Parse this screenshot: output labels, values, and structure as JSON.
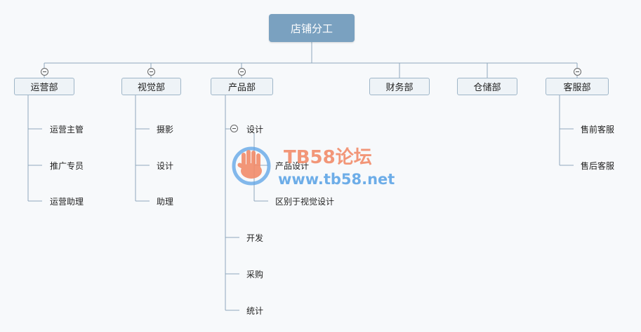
{
  "root": {
    "label": "店铺分工"
  },
  "departments": [
    {
      "label": "运营部",
      "children": [
        "运营主管",
        "推广专员",
        "运营助理"
      ]
    },
    {
      "label": "视觉部",
      "children": [
        "摄影",
        "设计",
        "助理"
      ]
    },
    {
      "label": "产品部",
      "children": [
        {
          "label": "设计",
          "children": [
            "产品设计",
            "区别于视觉设计"
          ]
        },
        "开发",
        "采购",
        "统计"
      ]
    },
    {
      "label": "财务部",
      "children": []
    },
    {
      "label": "仓储部",
      "children": []
    },
    {
      "label": "客服部",
      "children": [
        "售前客服",
        "售后客服"
      ]
    }
  ],
  "watermark": {
    "title": "TB58论坛",
    "url": "www.tb58.net"
  },
  "colors": {
    "root": "#7aa1c0",
    "line": "#8fa8bd",
    "watermark_title": "#f28c6a",
    "watermark_url": "#5fa5e6"
  }
}
